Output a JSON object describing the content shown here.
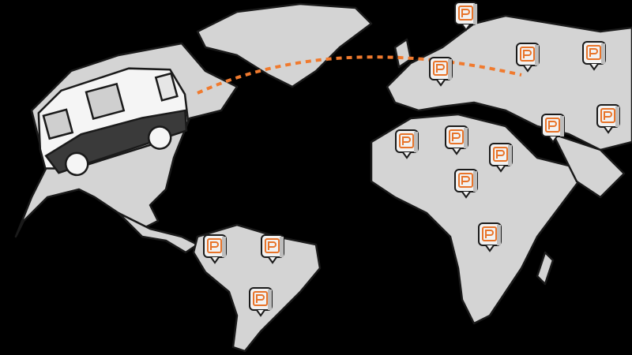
{
  "colors": {
    "background": "#000000",
    "land": "#d4d4d4",
    "outline": "#1a1a1a",
    "route": "#f07a2e",
    "pin_accent": "#e8742a",
    "pin_body": "#f2f2f2",
    "car_body": "#f5f5f5"
  },
  "icons": {
    "pin": "location-pin-badge-icon",
    "vehicle": "car-icon"
  },
  "route": {
    "style": "dashed",
    "from": "north-america",
    "to": "europe"
  }
}
